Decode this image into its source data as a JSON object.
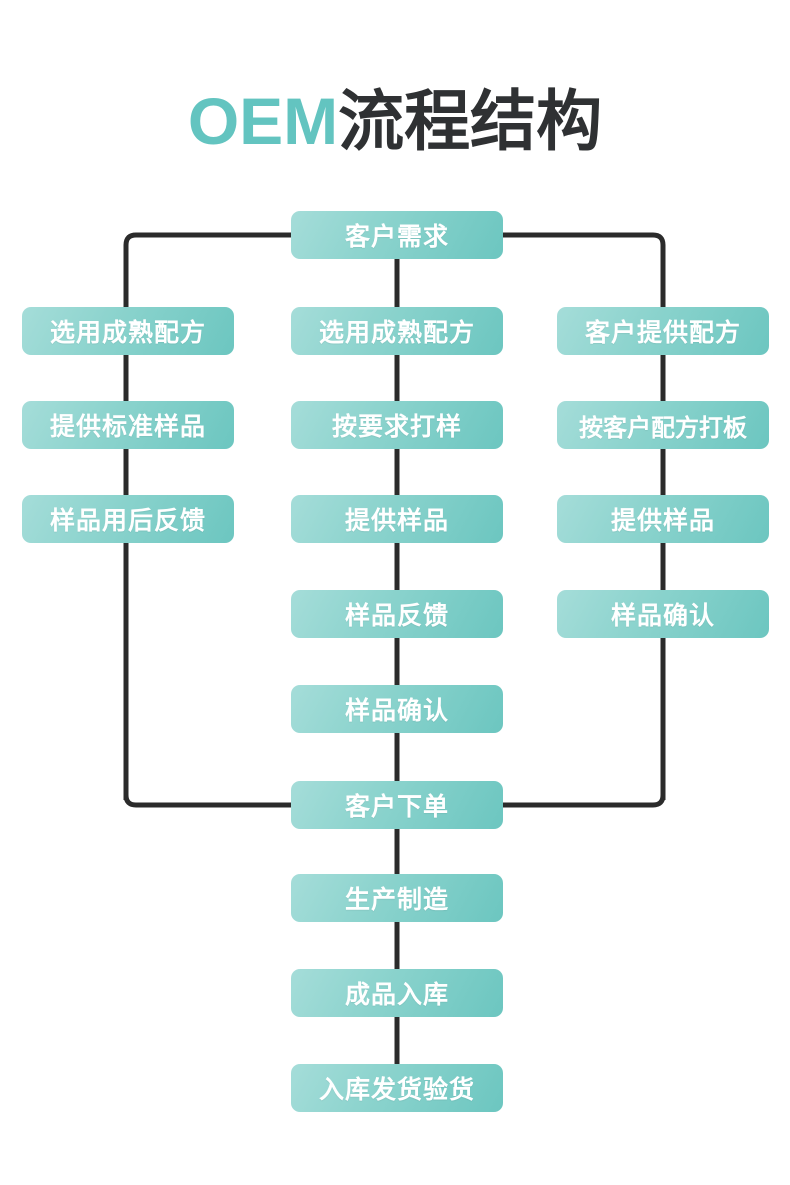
{
  "title": {
    "accent": "OEM",
    "main": "流程结构",
    "full": "OEM流程结构"
  },
  "theme": {
    "accent": "#63c4c0",
    "box_gradient_from": "#a5ddd9",
    "box_gradient_to": "#6cc6c0",
    "box_text": "#ffffff",
    "title_text": "#2f3133",
    "connector": "#2b2b2b",
    "background": "#ffffff"
  },
  "chart_data": {
    "type": "flowchart",
    "title": "OEM流程结构",
    "orientation": "top-down",
    "start_node": "客户需求",
    "merge_node": "客户下单",
    "branches": [
      {
        "name": "left-branch",
        "steps": [
          "选用成熟配方",
          "提供标准样品",
          "样品用后反馈"
        ]
      },
      {
        "name": "middle-branch",
        "steps": [
          "选用成熟配方",
          "按要求打样",
          "提供样品",
          "样品反馈",
          "样品确认"
        ]
      },
      {
        "name": "right-branch",
        "steps": [
          "客户提供配方",
          "按客户配方打板",
          "提供样品",
          "样品确认"
        ]
      }
    ],
    "tail_steps": [
      "生产制造",
      "成品入库",
      "入库发货验货"
    ]
  },
  "nodes": {
    "start": {
      "label": "客户需求"
    },
    "left": [
      {
        "label": "选用成熟配方"
      },
      {
        "label": "提供标准样品"
      },
      {
        "label": "样品用后反馈"
      }
    ],
    "middle": [
      {
        "label": "选用成熟配方"
      },
      {
        "label": "按要求打样"
      },
      {
        "label": "提供样品"
      },
      {
        "label": "样品反馈"
      },
      {
        "label": "样品确认"
      }
    ],
    "right": [
      {
        "label": "客户提供配方"
      },
      {
        "label": "按客户配方打板"
      },
      {
        "label": "提供样品"
      },
      {
        "label": "样品确认"
      }
    ],
    "order": {
      "label": "客户下单"
    },
    "tail": [
      {
        "label": "生产制造"
      },
      {
        "label": "成品入库"
      },
      {
        "label": "入库发货验货"
      }
    ]
  }
}
